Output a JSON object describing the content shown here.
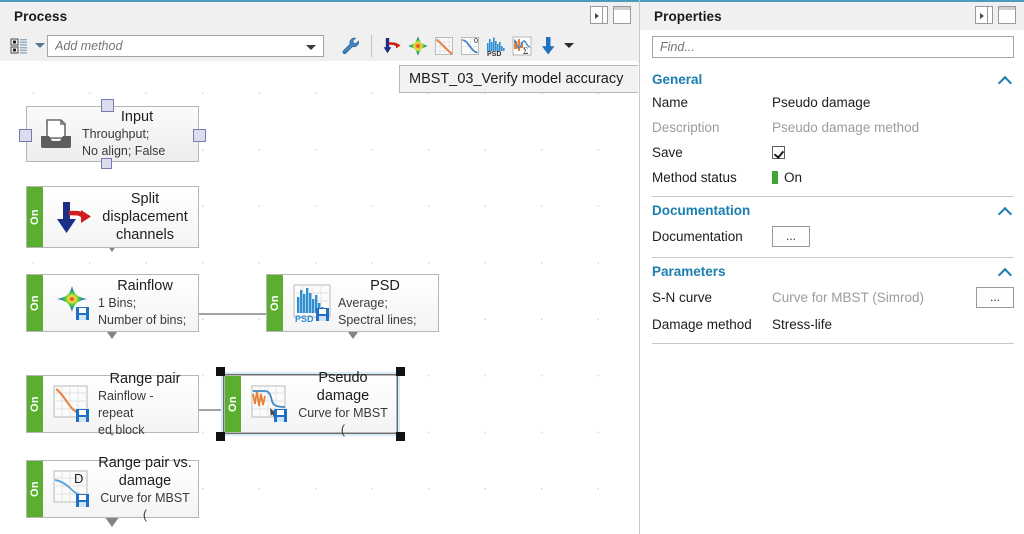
{
  "process_panel": {
    "title": "Process",
    "header_buttons": [
      {
        "name": "auto-hide-button",
        "icon": "pin-panel-icon"
      },
      {
        "name": "maximize-button",
        "icon": "window-icon"
      }
    ],
    "toolbar": {
      "method_list_icon": "method-list-icon",
      "method_list_dropdown_icon": "chevron-down-icon",
      "add_method_value": "",
      "add_method_placeholder": "Add method",
      "add_method_dropdown_icon": "chevron-down-icon",
      "settings_icon": "wrench-icon",
      "tools": [
        {
          "name": "split-displacement-channels-tool",
          "icon": "split-arrows-icon"
        },
        {
          "name": "rainflow-tool",
          "icon": "rainflow-star-icon"
        },
        {
          "name": "range-pair-tool",
          "icon": "range-pair-curve-icon"
        },
        {
          "name": "level-crossing-tool",
          "icon": "level-crossing-icon"
        },
        {
          "name": "psd-tool",
          "icon": "psd-histogram-icon"
        },
        {
          "name": "pseudo-damage-tool",
          "icon": "pseudo-damage-icon"
        },
        {
          "name": "more-methods-tool",
          "icon": "blue-down-arrow-icon"
        }
      ],
      "more_dropdown_icon": "chevron-down-icon"
    },
    "canvas_tooltip": "MBST_03_Verify model accuracy",
    "nodes": [
      {
        "id": "input",
        "title": "Input",
        "sub1": "Throughput;",
        "sub2": "No align; False",
        "icon": "input-tray-icon",
        "status": null,
        "selected": false
      },
      {
        "id": "split-displacement-channels",
        "title": "Split displacement channels",
        "line1": "Split",
        "line2": "displacement",
        "line3": "channels",
        "icon": "split-arrows-icon",
        "status": "On",
        "selected": false
      },
      {
        "id": "rainflow",
        "title": "Rainflow",
        "sub1": "1 Bins;",
        "sub2": "Number of bins;",
        "icon": "rainflow-star-icon",
        "status": "On",
        "selected": false
      },
      {
        "id": "psd",
        "title": "PSD",
        "sub1": "Average;",
        "sub2": "Spectral lines;",
        "icon": "psd-histogram-icon",
        "status": "On",
        "selected": false
      },
      {
        "id": "range-pair",
        "title": "Range pair",
        "sub1": "Rainflow - repeat",
        "sub2": "ed block",
        "icon": "range-pair-curve-icon",
        "status": "On",
        "selected": false
      },
      {
        "id": "pseudo-damage",
        "line1": "Pseudo",
        "line2": "damage",
        "sub1": "Curve for MBST (",
        "icon": "pseudo-damage-icon",
        "status": "On",
        "selected": true
      },
      {
        "id": "range-pair-vs-damage",
        "line1": "Range pair vs.",
        "line2": "damage",
        "sub1": "Curve for MBST (",
        "icon": "damage-curve-icon",
        "status": "On",
        "selected": false
      }
    ]
  },
  "properties_panel": {
    "title": "Properties",
    "header_buttons": [
      {
        "name": "auto-hide-button",
        "icon": "pin-panel-icon"
      },
      {
        "name": "maximize-button",
        "icon": "window-icon"
      }
    ],
    "find_value": "",
    "find_placeholder": "Find...",
    "sections": [
      {
        "name": "General",
        "collapse_icon": "chevron-up-icon",
        "rows": [
          {
            "label": "Name",
            "value": "Pseudo damage",
            "type": "text",
            "dim": false
          },
          {
            "label": "Description",
            "value": "Pseudo damage method",
            "type": "text",
            "dim": true
          },
          {
            "label": "Save",
            "value": "",
            "type": "checkbox",
            "checked": true
          },
          {
            "label": "Method status",
            "value": "On",
            "type": "status",
            "color": "#3fa535"
          }
        ]
      },
      {
        "name": "Documentation",
        "collapse_icon": "chevron-up-icon",
        "rows": [
          {
            "label": "Documentation",
            "value": "",
            "type": "button",
            "button_label": "..."
          }
        ]
      },
      {
        "name": "Parameters",
        "collapse_icon": "chevron-up-icon",
        "rows": [
          {
            "label": "S-N curve",
            "value": "Curve for MBST (Simrod)",
            "type": "text-button",
            "dim": true,
            "button_label": "..."
          },
          {
            "label": "Damage method",
            "value": "Stress-life",
            "type": "text",
            "dim": false
          }
        ]
      }
    ]
  },
  "colors": {
    "accent_top_border": "#4a9bbd",
    "section_heading": "#1b7eb0",
    "status_on_green": "#5ab02e",
    "panel_background": "#f0f0f0",
    "connector_gray": "#848484"
  }
}
